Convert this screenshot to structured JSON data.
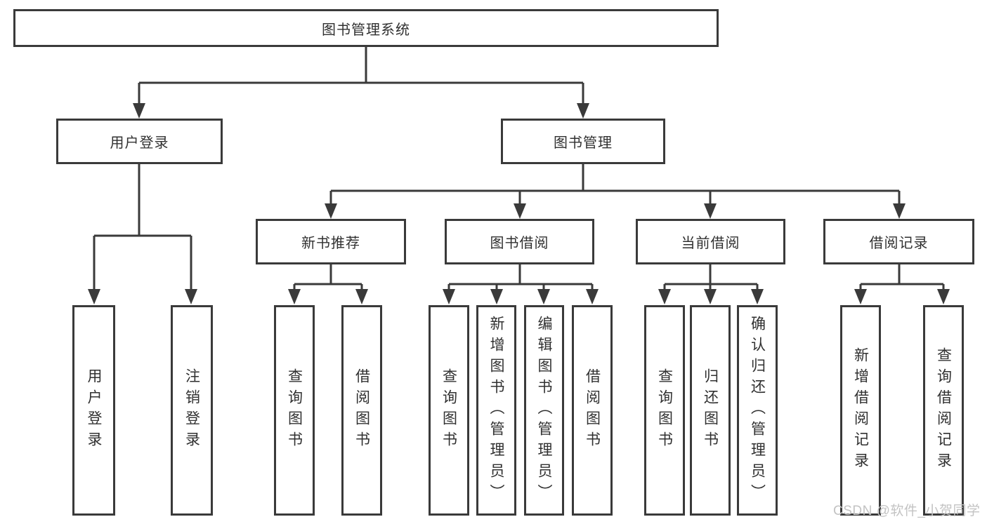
{
  "diagram": {
    "root": {
      "label": "图书管理系统"
    },
    "branches": {
      "user_login": {
        "label": "用户登录",
        "children": [
          {
            "label": "用户登录"
          },
          {
            "label": "注销登录"
          }
        ]
      },
      "book_mgmt": {
        "label": "图书管理",
        "children": [
          {
            "label": "新书推荐",
            "children": [
              {
                "label": "查询图书"
              },
              {
                "label": "借阅图书"
              }
            ]
          },
          {
            "label": "图书借阅",
            "children": [
              {
                "label": "查询图书"
              },
              {
                "label": "新增图书（管理员）"
              },
              {
                "label": "编辑图书（管理员）"
              },
              {
                "label": "借阅图书"
              }
            ]
          },
          {
            "label": "当前借阅",
            "children": [
              {
                "label": "查询图书"
              },
              {
                "label": "归还图书"
              },
              {
                "label": "确认归还（管理员）"
              }
            ]
          },
          {
            "label": "借阅记录",
            "children": [
              {
                "label": "新增借阅记录"
              },
              {
                "label": "查询借阅记录"
              }
            ]
          }
        ]
      }
    },
    "watermark": "CSDN @软件_小贺同学",
    "colors": {
      "line": "#3a3a3a",
      "box_border": "#3a3a3a",
      "text": "#303030",
      "watermark": "#c3c3c3",
      "background": "#ffffff"
    }
  }
}
